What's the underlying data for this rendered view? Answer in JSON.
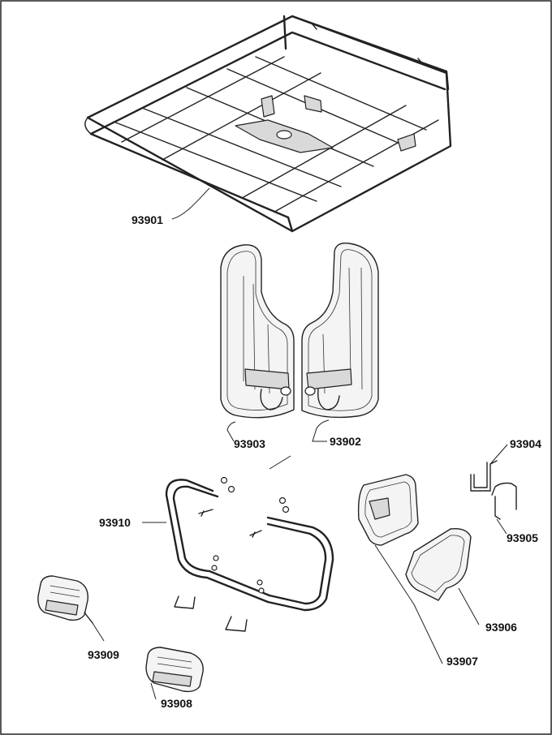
{
  "parts": [
    {
      "id": "rack",
      "number": "93901"
    },
    {
      "id": "leg-shield-right",
      "number": "93902"
    },
    {
      "id": "leg-shield-left",
      "number": "93903"
    },
    {
      "id": "u-clip-upper",
      "number": "93904"
    },
    {
      "id": "u-clip-lower",
      "number": "93905"
    },
    {
      "id": "side-panel-right",
      "number": "93906"
    },
    {
      "id": "side-panel-left",
      "number": "93907"
    },
    {
      "id": "footrest-right",
      "number": "93908"
    },
    {
      "id": "footrest-left",
      "number": "93909"
    },
    {
      "id": "crash-bar",
      "number": "93910"
    }
  ]
}
